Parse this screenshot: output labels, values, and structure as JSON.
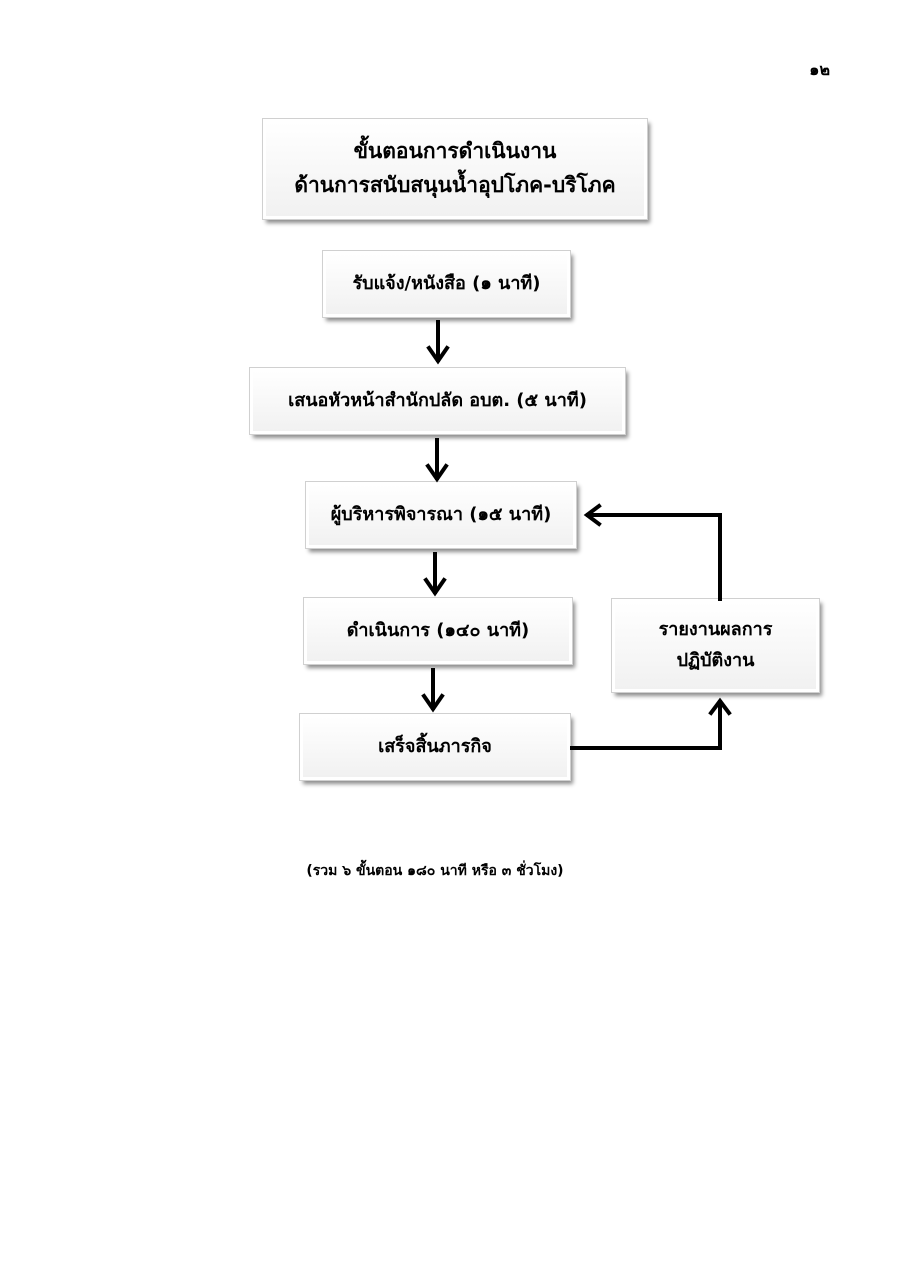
{
  "page_number": "๑๒",
  "title": {
    "line1": "ขั้นตอนการดำเนินงาน",
    "line2": "ด้านการสนับสนุนน้ำอุปโภค-บริโภค"
  },
  "steps": [
    {
      "label": "รับแจ้ง/หนังสือ (๑ นาที)"
    },
    {
      "label": "เสนอหัวหน้าสำนักปลัด อบต. (๕ นาที)"
    },
    {
      "label": "ผู้บริหารพิจารณา (๑๕ นาที)"
    },
    {
      "label": "ดำเนินการ (๑๔๐ นาที)"
    },
    {
      "label": "เสร็จสิ้นภารกิจ"
    }
  ],
  "report": {
    "line1": "รายงานผลการ",
    "line2": "ปฏิบัติงาน"
  },
  "summary": "(รวม ๖ ขั้นตอน ๑๘๐ นาที หรือ ๓ ชั่วโมง)",
  "colors": {
    "arrow": "#000000",
    "box_fill": "#f3f3f3"
  }
}
